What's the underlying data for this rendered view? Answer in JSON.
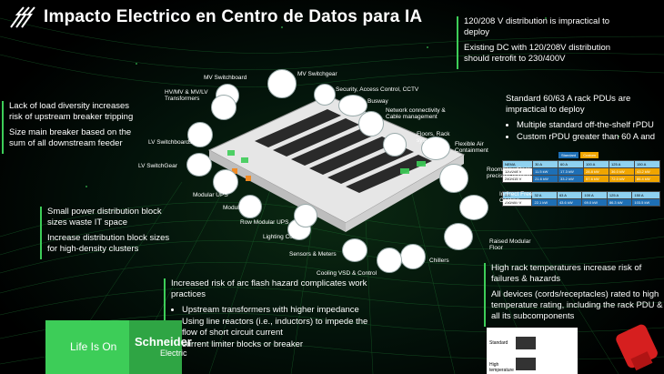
{
  "title": "Impacto Electrico en Centro de Datos para IA",
  "colors": {
    "accent": "#3dcd58",
    "background": "#000000"
  },
  "top_right": {
    "line1": "120/208 V distribution is impractical to deploy",
    "line2": "Existing DC with 120/208V distribution should retrofit to 230/400V"
  },
  "left_upper": {
    "line1": "Lack of load diversity increases risk of upstream breaker tripping",
    "line2": "Size main breaker based on the sum of all downstream feeder"
  },
  "left_lower": {
    "line1": "Small power distribution block sizes waste IT space",
    "line2": "Increase distribution block sizes for high-density clusters"
  },
  "bottom_center": {
    "heading": "Increased risk of arc flash hazard complicates work practices",
    "bullets": [
      "Upstream transformers with higher impedance",
      "Using line reactors (i.e., inductors) to impede the flow of short circuit current",
      "current limiter blocks or breaker"
    ]
  },
  "right_upper": {
    "heading": "Standard 60/63 A rack PDUs are impractical to deploy",
    "bullets": [
      "Multiple standard off-the-shelf rPDU",
      "Custom rPDU greater than 60 A and"
    ]
  },
  "right_lower": {
    "line1": "High rack temperatures increase risk of failures & hazards",
    "line2": "All devices (cords/receptacles) rated to high temperature rating, including the rack PDU & all its subcomponents"
  },
  "diagram_labels": {
    "mv_switchboard": "MV Switchboard",
    "mv_switchgear": "MV Switchgear",
    "hv_transformers": "HV/MV & MV/LV Transformers",
    "security": "Security, Access Control, CCTV",
    "busway": "Busway",
    "network": "Network connectivity & Cable management",
    "floors": "Floors, Rack systems",
    "flexible_air": "Flexible Air Containment",
    "room_cooling": "Room/Row/Rack precision cooling",
    "indirect_cooling": "Indirect Free Cooling",
    "raised_floor": "Raised Modular Floor",
    "chillers": "Chillers",
    "cooling_vsd": "Cooling VSD & Control",
    "sensors": "Sensors & Meters",
    "lighting": "Lighting Control",
    "row_ups": "Row Modular UPS",
    "modular_pdu": "Modular PDU",
    "modular_ups": "Modular UPS",
    "lv_switchgear": "LV SwitchGear",
    "lv_switchboards": "LV Switchboards"
  },
  "brand": {
    "tagline": "Life Is On",
    "name": "Schneider",
    "sub": "Electric"
  },
  "table": {
    "header_tag1": "Standard",
    "header_tag2": "Custom",
    "rows_a_label": "NEMA",
    "rows_a": [
      [
        "NEMA",
        "30 A",
        "60 A",
        "100 A",
        "125 A",
        "150 A"
      ],
      [
        "120/208 V",
        "11.5 kW",
        "17.3 kW",
        "28.8 kW",
        "36.0 kW",
        "43.2 kW"
      ],
      [
        "240/415 V",
        "21.6 kW",
        "33.2 kW",
        "57.6 kW",
        "72.0 kW",
        "86.4 kW"
      ]
    ],
    "rows_b": [
      [
        "IEC",
        "32 A",
        "63 A",
        "100 A",
        "125 A",
        "150 A"
      ],
      [
        "230/400 V",
        "22.1 kW",
        "43.6 kW",
        "69.0 kW",
        "86.3 kW",
        "103.5 kW"
      ]
    ]
  },
  "doc": {
    "standard": "Standard",
    "high_temp": "High temperature"
  }
}
